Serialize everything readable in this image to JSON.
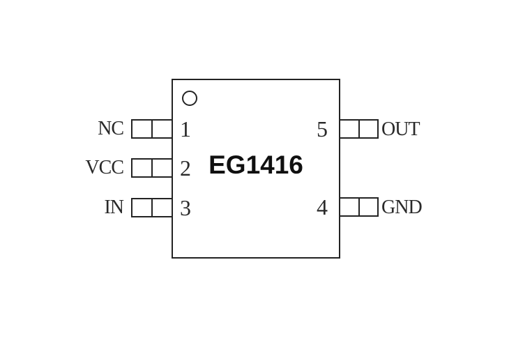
{
  "diagram": {
    "part_number": "EG1416",
    "line_color": "#232323",
    "background_color": "#ffffff",
    "pin1_indicator": "circle"
  },
  "pins": {
    "left": [
      {
        "number": "1",
        "name": "NC"
      },
      {
        "number": "2",
        "name": "VCC"
      },
      {
        "number": "3",
        "name": "IN"
      }
    ],
    "right": [
      {
        "number": "5",
        "name": "OUT"
      },
      {
        "number": "4",
        "name": "GND"
      }
    ]
  }
}
